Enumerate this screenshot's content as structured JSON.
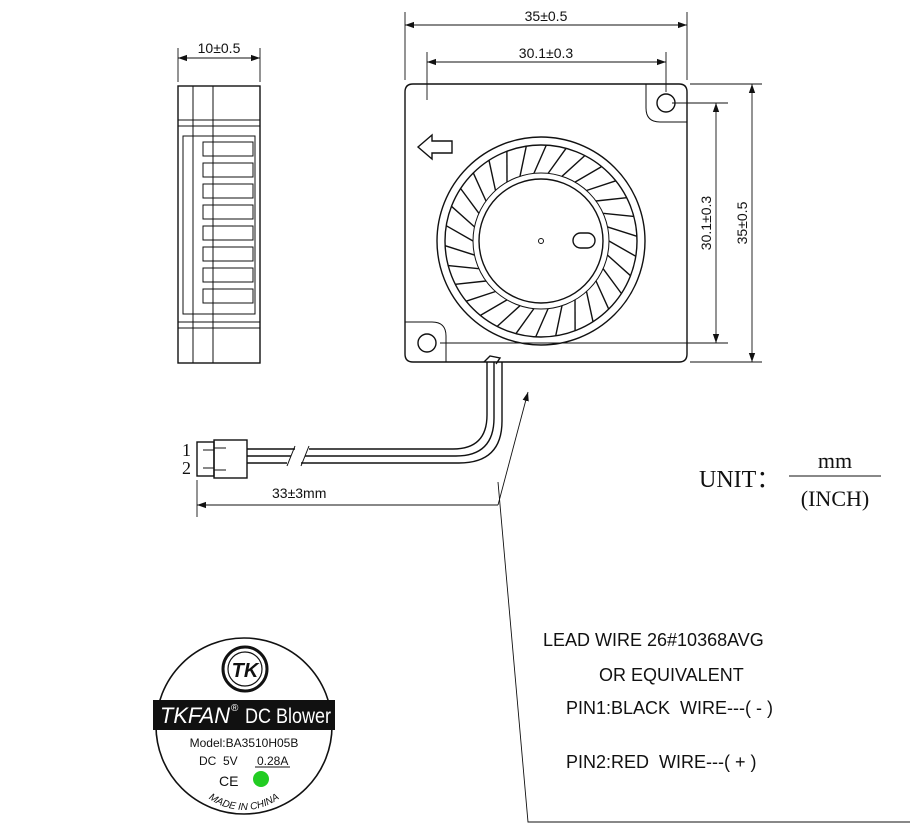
{
  "dimensions": {
    "side_width": "10±0.5",
    "front_width_outer": "35±0.5",
    "front_width_holes": "30.1±0.3",
    "front_height_holes": "30.1±0.3",
    "front_height_outer": "35±0.5",
    "cable_length": "33±3mm"
  },
  "connector": {
    "pin1_number": "1",
    "pin2_number": "2"
  },
  "unit": {
    "prefix": "UNIT：",
    "numerator": "mm",
    "denominator": "(INCH)"
  },
  "wire_note": {
    "line1": "LEAD WIRE 26#10368AVG",
    "line2": "OR EQUIVALENT",
    "line3": "PIN1:BLACK  WIRE---( - )",
    "line4": "PIN2:RED  WIRE---( + )"
  },
  "label": {
    "brand": "TKFAN",
    "registered": "®",
    "product": "DC Blower",
    "model": "Model:BA3510H05B",
    "voltage": "DC  5V",
    "current": "0.28A",
    "ce_mark": "CE",
    "origin": "MADE IN CHINA",
    "logo_text": "TK",
    "colors": {
      "band": "#111111",
      "rohs_dot": "#22cc22"
    }
  }
}
